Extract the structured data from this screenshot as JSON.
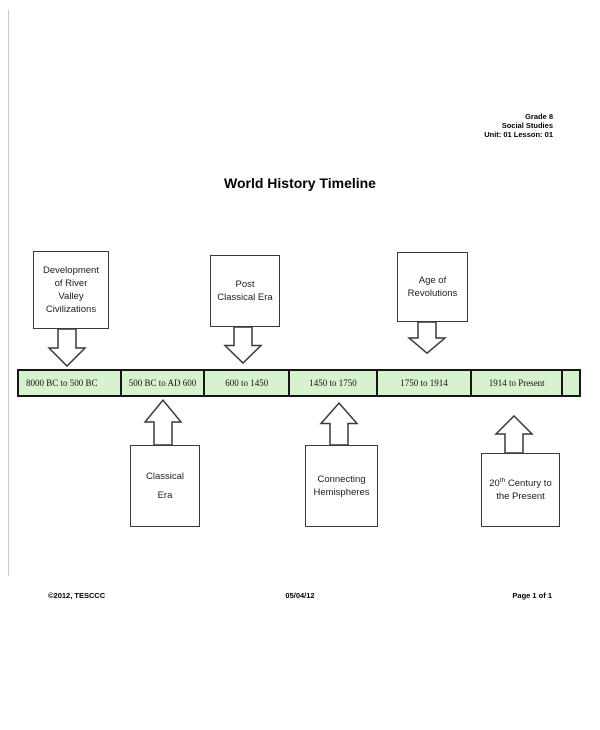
{
  "header": {
    "grade": "Grade 8",
    "subject": "Social Studies",
    "unit_lesson": "Unit: 01 Lesson: 01"
  },
  "title": "World History Timeline",
  "timeline": {
    "fill_color": "#d6f2cf",
    "border_color": "#161616",
    "segments": [
      "8000 BC to 500 BC",
      "500 BC to AD 600",
      "600 to 1450",
      "1450 to 1750",
      "1750 to 1914",
      "1914 to Present"
    ]
  },
  "eras_above": [
    {
      "lines": [
        "Development",
        "of River",
        "Valley",
        "Civilizations"
      ]
    },
    {
      "lines": [
        "Post",
        "Classical Era"
      ]
    },
    {
      "lines": [
        "Age of",
        "Revolutions"
      ]
    }
  ],
  "eras_below": [
    {
      "lines": [
        "Classical",
        "Era"
      ]
    },
    {
      "lines": [
        "Connecting",
        "Hemispheres"
      ]
    },
    {
      "num": "20",
      "sup": "th",
      "line1_rest": " Century to",
      "line2": "the Present"
    }
  ],
  "footer": {
    "copyright": "©2012, TESCCC",
    "date": "05/04/12",
    "page": "Page 1 of 1"
  }
}
